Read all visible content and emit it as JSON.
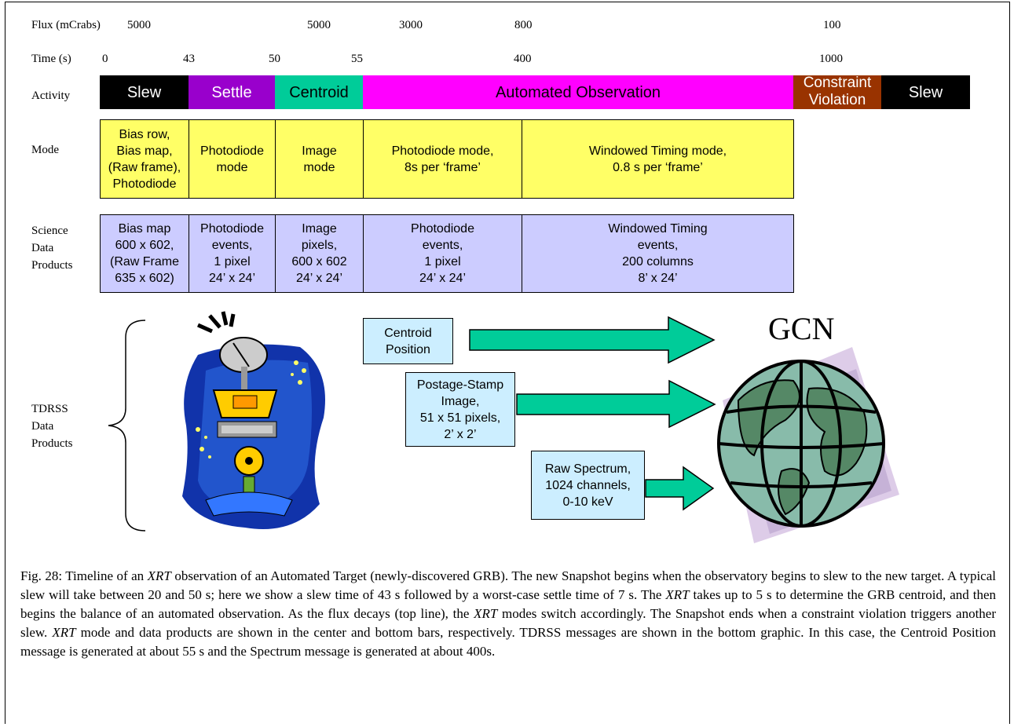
{
  "labels": {
    "flux": "Flux (mCrabs)",
    "time": "Time (s)",
    "activity": "Activity",
    "mode": "Mode",
    "science": "Science\nData\nProducts",
    "tdrss": "TDRSS\nData\nProducts"
  },
  "flux_values": [
    "5000",
    "5000",
    "3000",
    "800",
    "100"
  ],
  "time_values": [
    "0",
    "43",
    "50",
    "55",
    "400",
    "1000"
  ],
  "activities": [
    "Slew",
    "Settle",
    "Centroid",
    "Automated Observation",
    "Constraint\nViolation",
    "Slew"
  ],
  "activity_colors": [
    "#000000",
    "#9900cc",
    "#00cc99",
    "#ff00ff",
    "#993300",
    "#000000"
  ],
  "modes": [
    "Bias row,\nBias map,\n(Raw frame),\nPhotodiode",
    "Photodiode\nmode",
    "Image\nmode",
    "Photodiode mode,\n8s per ‘frame’",
    "Windowed Timing mode,\n0.8 s per ‘frame’"
  ],
  "science_products": [
    "Bias map\n600 x 602,\n(Raw Frame\n635 x 602)",
    "Photodiode\nevents,\n1 pixel\n24’ x 24’",
    "Image\npixels,\n600 x 602\n24’ x 24’",
    "Photodiode\nevents,\n1 pixel\n24’ x 24’",
    "Windowed Timing\nevents,\n200 columns\n8’ x 24’"
  ],
  "messages": [
    "Centroid\nPosition",
    "Postage-Stamp\nImage,\n51 x 51 pixels,\n2’ x 2’",
    "Raw Spectrum,\n1024 channels,\n0-10 keV"
  ],
  "gcn": "GCN",
  "caption": {
    "p1": "Fig. 28: Timeline of an ",
    "xrt": "XRT",
    "p2": " observation of an Automated Target (newly-discovered GRB).  The new Snapshot begins when the observatory begins to slew to the new target.  A typical slew will take between 20 and 50 s; here we show a slew time of 43 s followed by a worst-case settle time of 7 s.  The ",
    "p3": " takes up to 5 s to determine the GRB centroid, and then begins the balance of an automated observation.  As the flux decays (top line), the ",
    "p4": " modes switch accordingly.  The Snapshot ends when a constraint violation triggers another slew.  ",
    "p5": " mode and data products are shown in the center and bottom bars, respectively.  TDRSS messages are shown in the bottom graphic.  In this case, the Centroid Position message is generated at about 55 s and the Spectrum message is generated at about 400s."
  }
}
